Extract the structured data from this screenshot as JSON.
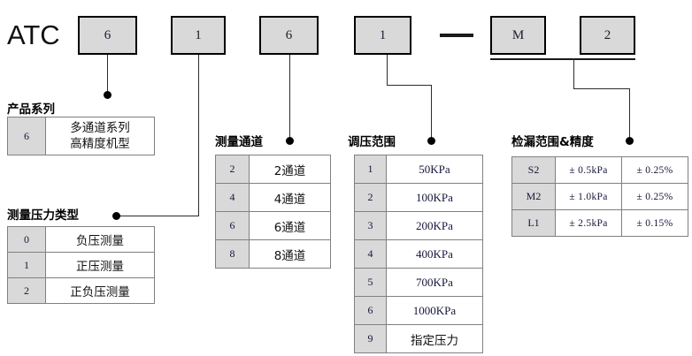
{
  "header": {
    "brand": "ATC",
    "code_boxes": [
      {
        "name": "series-code",
        "value": "6"
      },
      {
        "name": "pressure-type-code",
        "value": "1"
      },
      {
        "name": "channel-code",
        "value": "6"
      },
      {
        "name": "pressure-range-code",
        "value": "1"
      },
      {
        "name": "model-code",
        "value": "M"
      },
      {
        "name": "accuracy-code",
        "value": "2"
      }
    ],
    "separator": "—"
  },
  "sections": {
    "product_series": {
      "label": "产品系列",
      "rows": [
        {
          "code": "6",
          "value": "多通道系列\n高精度机型",
          "line1": "多通道系列",
          "line2": "高精度机型"
        }
      ]
    },
    "pressure_type": {
      "label": "测量压力类型",
      "rows": [
        {
          "code": "0",
          "value": "负压测量"
        },
        {
          "code": "1",
          "value": "正压测量"
        },
        {
          "code": "2",
          "value": "正负压测量"
        }
      ]
    },
    "measure_channel": {
      "label": "测量通道",
      "rows": [
        {
          "code": "2",
          "value": "2通道"
        },
        {
          "code": "4",
          "value": "4通道"
        },
        {
          "code": "6",
          "value": "6通道"
        },
        {
          "code": "8",
          "value": "8通道"
        }
      ]
    },
    "pressure_range": {
      "label": "调压范围",
      "rows": [
        {
          "code": "1",
          "value": "50KPa"
        },
        {
          "code": "2",
          "value": "100KPa"
        },
        {
          "code": "3",
          "value": "200KPa"
        },
        {
          "code": "4",
          "value": "400KPa"
        },
        {
          "code": "5",
          "value": "700KPa"
        },
        {
          "code": "6",
          "value": "1000KPa"
        },
        {
          "code": "9",
          "value": "指定压力"
        }
      ]
    },
    "leak_range_accuracy": {
      "label": "检漏范围&精度",
      "rows": [
        {
          "code": "S2",
          "range": "± 0.5kPa",
          "accuracy": "± 0.25%"
        },
        {
          "code": "M2",
          "range": "± 1.0kPa",
          "accuracy": "± 0.25%"
        },
        {
          "code": "L1",
          "range": "± 2.5kPa",
          "accuracy": "± 0.15%"
        }
      ]
    }
  },
  "colors": {
    "box_fill": "#d9d9d9",
    "box_border": "#000000",
    "cell_border": "#808080",
    "text": "#16163a",
    "background": "#ffffff"
  }
}
